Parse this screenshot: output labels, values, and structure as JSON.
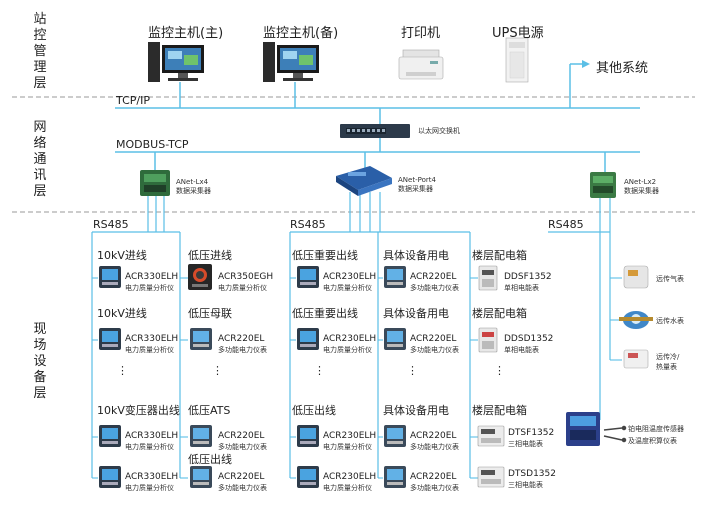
{
  "layers": {
    "station": "站控管理层",
    "network": "网络通讯层",
    "field": "现场设备层"
  },
  "station": {
    "host_main": "监控主机(主)",
    "host_backup": "监控主机(备)",
    "printer": "打印机",
    "ups": "UPS电源",
    "other": "其他系统"
  },
  "network": {
    "tcpip": "TCP/IP",
    "modbus": "MODBUS-TCP",
    "switch": "以太网交换机",
    "gw1_name": "ANet-Lx4",
    "gw1_sub": "数据采集器",
    "gw2_name": "ANet-Port4",
    "gw2_sub": "数据采集器",
    "gw3_name": "ANet-Lx2",
    "gw3_sub": "数据采集器"
  },
  "rs485": "RS485",
  "ellipsis": "⋮",
  "groups": {
    "g1_h1": "10kV进线",
    "g1_h2": "10kV进线",
    "g1_h3": "10kV变压器出线",
    "g2_h1": "低压进线",
    "g2_h2": "低压母联",
    "g2_h3": "低压ATS",
    "g2_h4": "低压出线",
    "g3_h1": "低压重要出线",
    "g3_h2": "低压重要出线",
    "g3_h3": "低压出线",
    "g4_h1": "具体设备用电",
    "g4_h2": "具体设备用电",
    "g4_h3": "具体设备用电",
    "g5_h1": "楼层配电箱",
    "g5_h2": "楼层配电箱",
    "g5_h3": "楼层配电箱"
  },
  "devices": {
    "acr330": "ACR330ELH",
    "acr330_sub": "电力质量分析仪",
    "acr350": "ACR350EGH",
    "acr350_sub": "电力质量分析仪",
    "acr220": "ACR220EL",
    "acr220_sub": "多功能电力仪表",
    "acr230": "ACR230ELH",
    "acr230_sub": "电力质量分析仪",
    "ddsf": "DDSF1352",
    "ddsf_sub": "单相电能表",
    "ddsd": "DDSD1352",
    "ddsd_sub": "单相电能表",
    "dtsf": "DTSF1352",
    "dtsf_sub": "三相电能表",
    "dtsd": "DTSD1352",
    "dtsd_sub": "三相电能表"
  },
  "remote": {
    "gas": "远传气表",
    "water": "远传水表",
    "heat_1": "远传冷/",
    "heat_2": "热量表",
    "sensor": "铂电阻温度传感器",
    "integrator": "及温度积算仪表"
  },
  "colors": {
    "line": "#5bbfe6",
    "dash": "#999999",
    "text": "#222222"
  }
}
